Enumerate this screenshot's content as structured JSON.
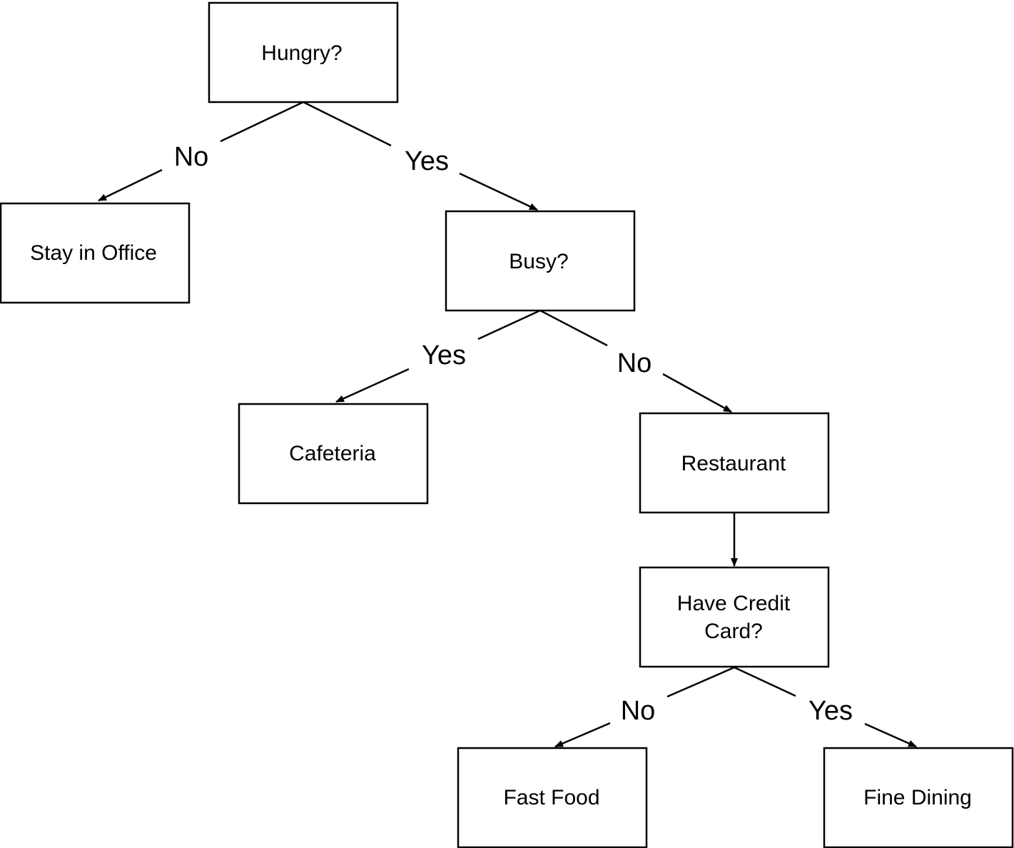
{
  "nodes": {
    "hungry": "Hungry?",
    "stay_in_office": "Stay in Office",
    "busy": "Busy?",
    "cafeteria": "Cafeteria",
    "restaurant": "Restaurant",
    "credit_card_line1": "Have Credit",
    "credit_card_line2": "Card?",
    "fast_food": "Fast Food",
    "fine_dining": "Fine Dining"
  },
  "edges": {
    "hungry_no": "No",
    "hungry_yes": "Yes",
    "busy_yes": "Yes",
    "busy_no": "No",
    "card_no": "No",
    "card_yes": "Yes"
  }
}
